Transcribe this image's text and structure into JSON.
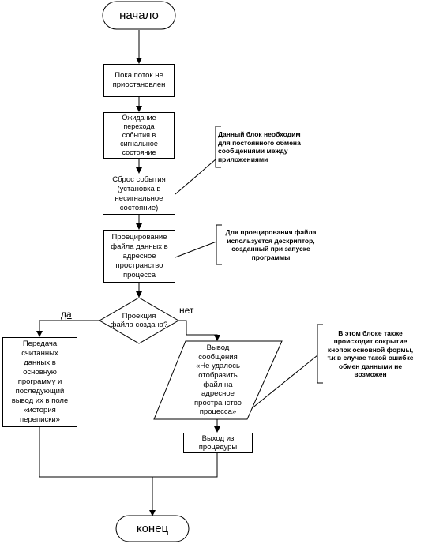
{
  "start": "начало",
  "end": "конец",
  "loop_condition": "Пока поток не\nприостановлен",
  "wait_event": "Ожидание\nперехода\nсобытия в\nсигнальное\nсостояние",
  "reset_event": "Сброс события\n(установка в\nнесигнальное\nсостояние)",
  "map_file": "Проецирование\nфайла данных в\nадресное\nпространство\nпроцесса",
  "decision": "Проекция\nфайла создана?",
  "yes_label": "да",
  "no_label": "нет",
  "transfer_data": "Передача\nсчитанных\nданных в\nосновную\nпрограмму и\nпоследующий\nвывод их в поле\n«история\nпереписки»",
  "error_message": "Вывод\nсообщения\n«Не удалось\nотобразить\nфайл на\nадресное\nпространство\nпроцесса»",
  "exit_procedure": "Выход из\nпроцедуры",
  "note_event": "Данный блок необходим\nдля постоянного обмена\nсообщениями между\nприложениями",
  "note_descriptor": "Для проецирования файла\nиспользуется дескриптор,\nсозданный при запуске\nпрограммы",
  "note_block": "В этом блоке также\nпроисходит сокрытие\nкнопок основной формы,\nт.к в случае такой ошибке\nобмен данными не\nвозможен"
}
